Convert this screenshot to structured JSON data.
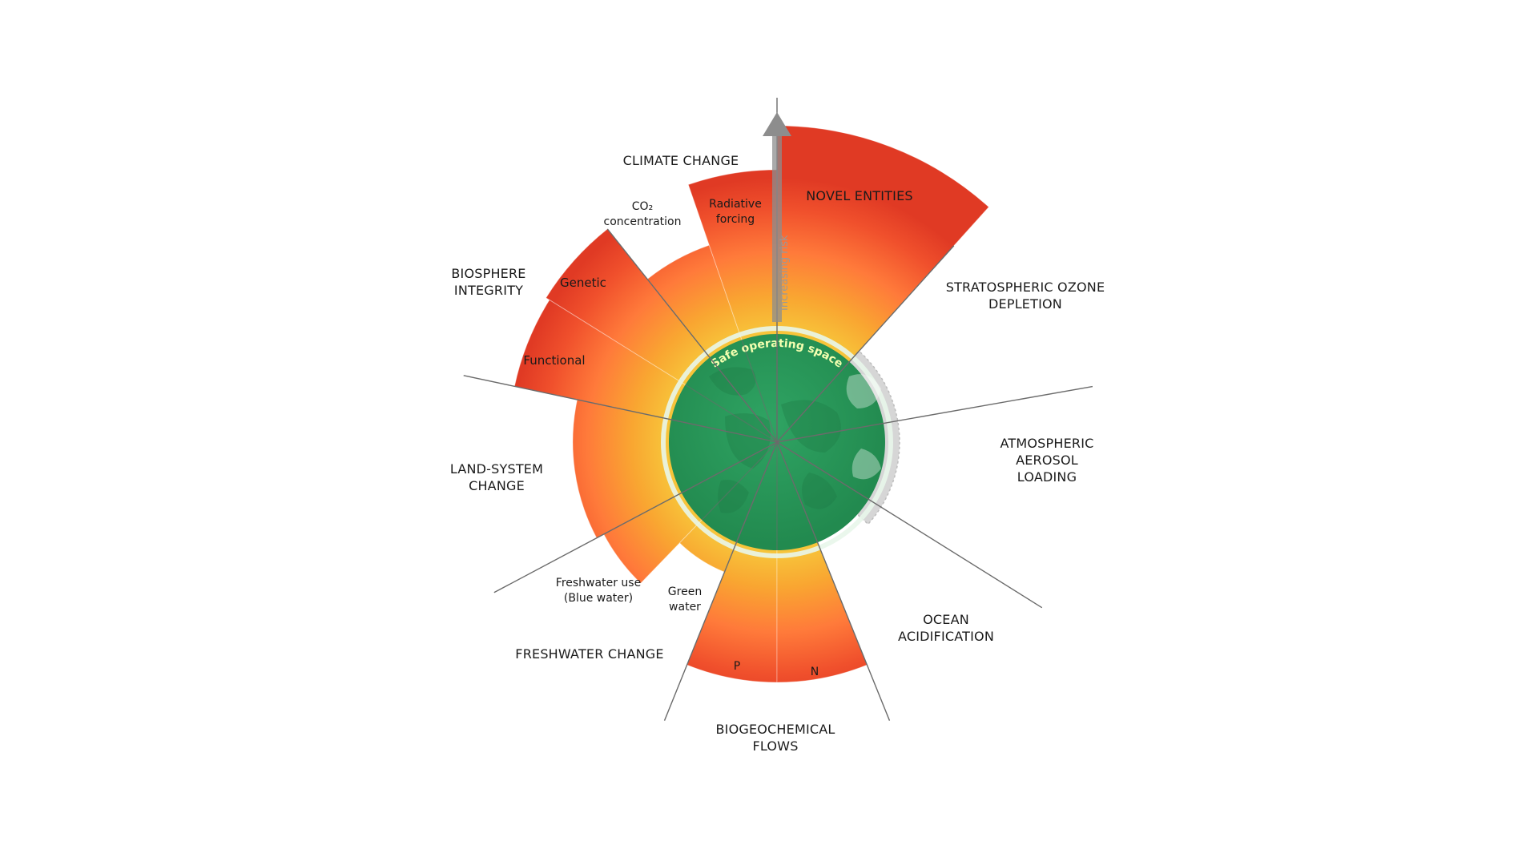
{
  "title": "",
  "colors": {
    "safe_zone": "#2e9e5e",
    "safe_zone_dark": "#1f7d45",
    "unknown": "#d4d4d4",
    "high_risk": "#e03a24",
    "mid_risk": "#ff7a3a",
    "low_risk": "#f9b233",
    "divider": "#6b6b6b",
    "arrow": "#8a8a8a"
  },
  "center_labels": {
    "safe_operating_space": "Safe operating space",
    "increasing_risk": "Increasing risk"
  },
  "boundaries": [
    {
      "id": "climate-change",
      "label": "CLIMATE CHANGE"
    },
    {
      "id": "novel-entities",
      "label": "NOVEL ENTITIES",
      "status": "beyond"
    },
    {
      "id": "ozone",
      "label_lines": [
        "STRATOSPHERIC OZONE",
        "DEPLETION"
      ],
      "status": "safe"
    },
    {
      "id": "aerosol",
      "label_lines": [
        "ATMOSPHERIC",
        "AEROSOL",
        "LOADING"
      ],
      "status": "not quantified globally"
    },
    {
      "id": "ocean",
      "label_lines": [
        "OCEAN",
        "ACIDIFICATION"
      ],
      "status": "safe"
    },
    {
      "id": "biogeochemical",
      "label_lines": [
        "BIOGEOCHEMICAL",
        "FLOWS"
      ]
    },
    {
      "id": "freshwater",
      "label": "FRESHWATER CHANGE"
    },
    {
      "id": "land-system",
      "label_lines": [
        "LAND-SYSTEM",
        "CHANGE"
      ]
    },
    {
      "id": "biosphere",
      "label_lines": [
        "BIOSPHERE",
        "INTEGRITY"
      ]
    }
  ],
  "sub_controls": {
    "co2": [
      "CO₂",
      "concentration"
    ],
    "radiative": [
      "Radiative",
      "forcing"
    ],
    "genetic": "Genetic",
    "functional": "Functional",
    "blue_water": [
      "Freshwater use",
      "(Blue water)"
    ],
    "green_water": [
      "Green",
      "water"
    ],
    "phosphorus": "P",
    "nitrogen": "N"
  }
}
